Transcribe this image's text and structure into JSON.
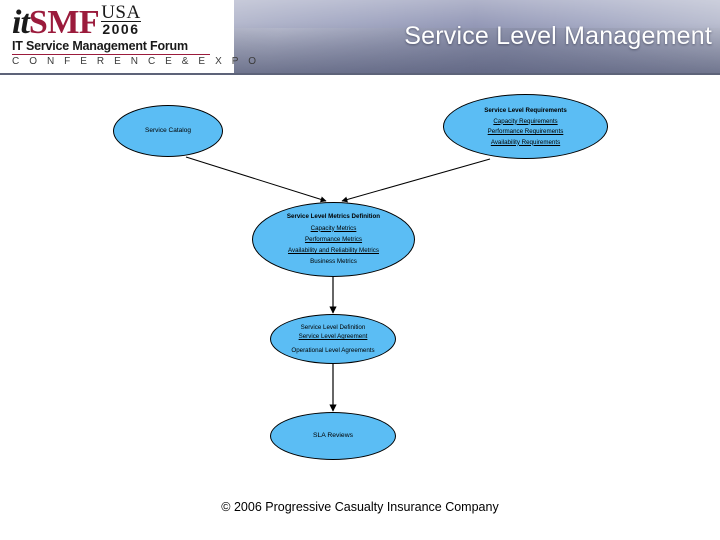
{
  "slide": {
    "title": "Service Level Management",
    "footer": "© 2006 Progressive Casualty Insurance Company",
    "accent_color": "#5BBDF4",
    "title_color": "#ffffff",
    "logo_accent_color": "#9b1b3c"
  },
  "logo": {
    "it": "it",
    "smf": "SMF",
    "usa": "USA",
    "year": "2006",
    "tagline": "IT Service Management Forum",
    "subtitle": "C O N F E R E N C E   &   E X P O"
  },
  "diagram": {
    "nodes": [
      {
        "id": "service-catalog",
        "lines": [
          {
            "text": "Service Catalog",
            "underline": false,
            "bold": false
          }
        ]
      },
      {
        "id": "service-level-requirements",
        "lines": [
          {
            "text": "Service Level Requirements",
            "underline": false,
            "bold": true
          },
          {
            "text": "Capacity Requirements",
            "underline": true,
            "bold": false
          },
          {
            "text": "Performance Requirements",
            "underline": true,
            "bold": false
          },
          {
            "text": "Availability Requirements",
            "underline": true,
            "bold": false
          }
        ]
      },
      {
        "id": "service-level-metrics-definition",
        "lines": [
          {
            "text": "Service Level Metrics Definition",
            "underline": false,
            "bold": true
          },
          {
            "text": "Capacity Metrics",
            "underline": true,
            "bold": false
          },
          {
            "text": "Performance Metrics",
            "underline": true,
            "bold": false
          },
          {
            "text": "Availability and Reliability Metrics",
            "underline": true,
            "bold": false
          },
          {
            "text": "Business Metrics",
            "underline": false,
            "bold": false
          }
        ]
      },
      {
        "id": "service-level-definition",
        "lines": [
          {
            "text": "Service Level Definition",
            "underline": false,
            "bold": false
          },
          {
            "text": "Service Level Agreement",
            "underline": true,
            "bold": false
          },
          {
            "text": "Operational Level Agreements",
            "underline": false,
            "bold": false
          }
        ]
      },
      {
        "id": "sla-reviews",
        "lines": [
          {
            "text": "SLA Reviews",
            "underline": false,
            "bold": false
          }
        ]
      }
    ],
    "connectors": [
      {
        "from": "service-catalog",
        "to": "service-level-metrics-definition"
      },
      {
        "from": "service-level-requirements",
        "to": "service-level-metrics-definition"
      },
      {
        "from": "service-level-metrics-definition",
        "to": "service-level-definition"
      },
      {
        "from": "service-level-definition",
        "to": "sla-reviews"
      }
    ]
  }
}
